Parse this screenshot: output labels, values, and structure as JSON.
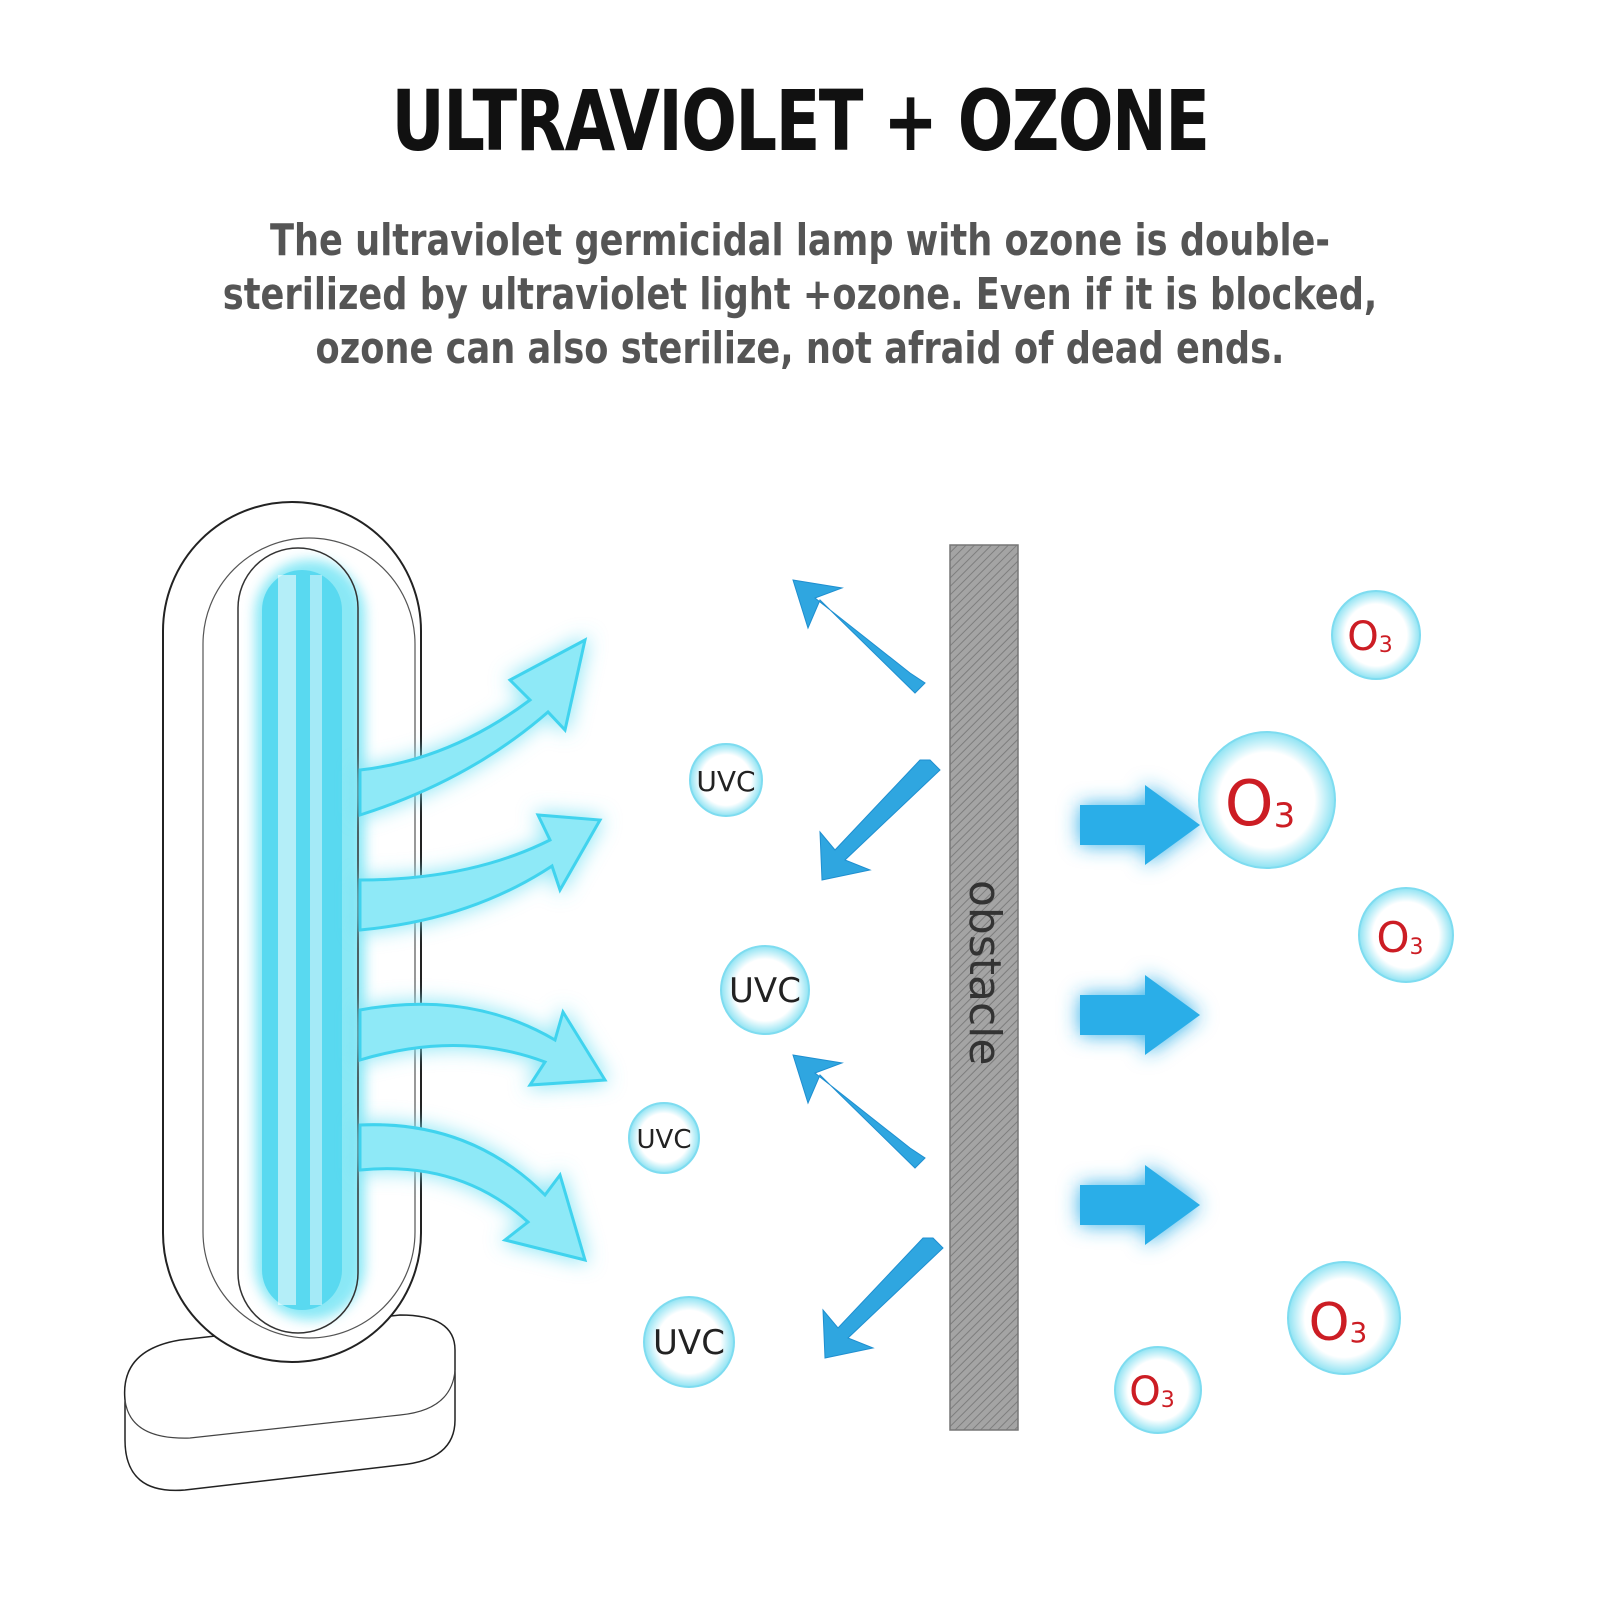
{
  "title": "ULTRAVIOLET + OZONE",
  "subtitle": "The ultraviolet germicidal lamp with ozone is double-sterilized by ultraviolet light +ozone. Even if it is blocked, ozone can also sterilize, not afraid of dead ends.",
  "obstacle_label": "obstacle",
  "uvc_label": "UVC",
  "ozone_label": {
    "base": "O",
    "sub": "3"
  },
  "colors": {
    "uv_glow": "#3ad8f0",
    "arrow_blue": "#27a9e6",
    "ozone_text": "#cc1d24",
    "obstacle": "#9a9a9a",
    "title": "#111111",
    "subtitle": "#555555"
  }
}
